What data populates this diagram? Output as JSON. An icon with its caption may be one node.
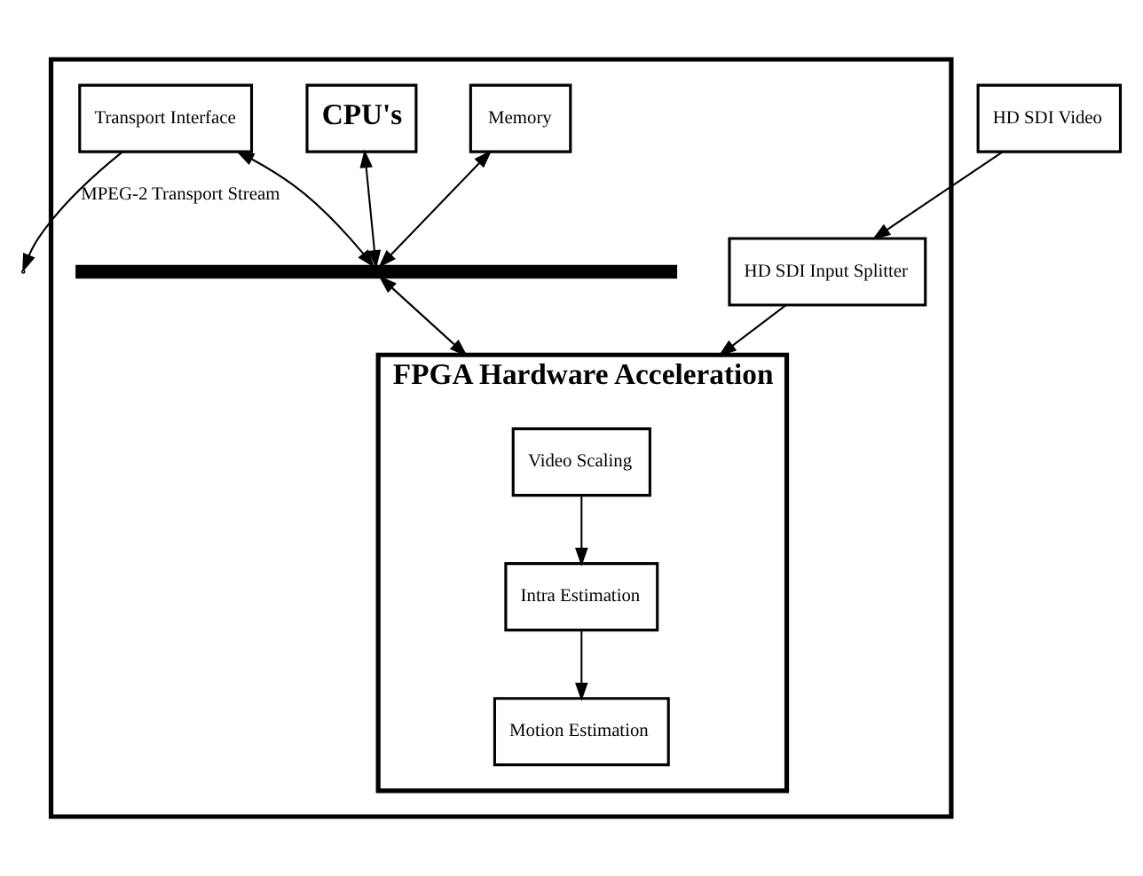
{
  "diagram": {
    "nodes": [
      {
        "text": [],
        "shape": "box"
      },
      {
        "text": [
          "Memory"
        ],
        "in": 0
      },
      {
        "text": [
          "CPU's"
        ],
        "in": 0
      },
      {
        "text": [
          "Transport Interface"
        ],
        "in": 0
      },
      {
        "text": [],
        "shape": "bar",
        "in": 0
      },
      {
        "text": [
          "HD SDI Video"
        ]
      },
      {
        "text": [
          "HD SDI Input Splitter"
        ],
        "in": 0
      },
      {
        "text": [
          "FPGA Hardware Acceleration"
        ],
        "in": 0
      },
      {
        "text": [
          "Video Scaling"
        ],
        "in": 7
      },
      {
        "text": [
          "Intra Estimation"
        ],
        "in": 7
      },
      {
        "text": [
          "Motion Estimation"
        ],
        "in": 7
      }
    ],
    "edges": [
      {
        "from": 1,
        "to": 4,
        "arrow": "both"
      },
      {
        "from": 2,
        "to": 4,
        "arrow": "both"
      },
      {
        "from": 3,
        "to": 4,
        "arrow": "both"
      },
      {
        "from": 3,
        "to": null,
        "arrow": "to",
        "label": "MPEG-2 Transport Stream"
      },
      {
        "from": 5,
        "to": 6,
        "arrow": "to"
      },
      {
        "from": 6,
        "to": 7,
        "arrow": "to"
      },
      {
        "from": 4,
        "to": 7,
        "arrow": "both"
      },
      {
        "from": 8,
        "to": 9,
        "arrow": "to"
      },
      {
        "from": 9,
        "to": 10,
        "arrow": "to"
      }
    ]
  }
}
